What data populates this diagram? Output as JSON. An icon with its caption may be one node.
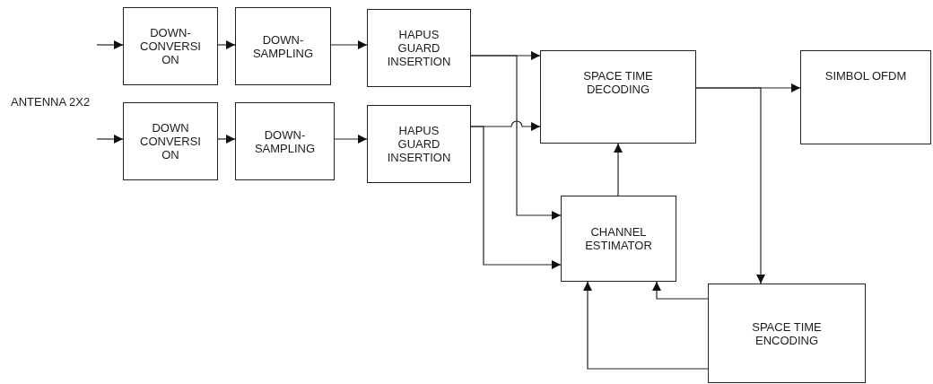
{
  "diagram": {
    "nodes": [
      {
        "text": [
          "DOWN-CONVERSI ON"
        ]
      },
      {
        "text": [
          "DOWN-SAMPLING"
        ]
      },
      {
        "text": [
          "HAPUS GUARD INSERTION"
        ]
      },
      {
        "text": [
          "DOWN CONVERSI ON"
        ]
      },
      {
        "text": [
          "DOWN-SAMPLING"
        ]
      },
      {
        "text": [
          "HAPUS GUARD INSERTION"
        ]
      },
      {
        "text": [
          "SPACE TIME DECODING"
        ]
      },
      {
        "text": [
          "SIMBOL OFDM"
        ]
      },
      {
        "text": [
          "CHANNEL ESTIMATOR"
        ]
      },
      {
        "text": [
          "SPACE TIME ENCODING"
        ]
      }
    ],
    "edges": [
      {
        "from": null,
        "to": 0,
        "arrow": "to"
      },
      {
        "from": 0,
        "to": 1,
        "arrow": "to"
      },
      {
        "from": 1,
        "to": 2,
        "arrow": "to"
      },
      {
        "from": null,
        "to": 3,
        "arrow": "to"
      },
      {
        "from": 3,
        "to": 4,
        "arrow": "to"
      },
      {
        "from": 4,
        "to": 5,
        "arrow": "to"
      },
      {
        "from": 2,
        "to": 6,
        "arrow": "to"
      },
      {
        "from": 2,
        "to": 8,
        "arrow": "to"
      },
      {
        "from": 5,
        "to": 6,
        "arrow": "to"
      },
      {
        "from": 5,
        "to": 8,
        "arrow": "to"
      },
      {
        "from": 8,
        "to": 6,
        "arrow": "to"
      },
      {
        "from": 6,
        "to": 7,
        "arrow": "to"
      },
      {
        "from": 6,
        "to": 9,
        "arrow": "to"
      },
      {
        "from": 9,
        "to": 8,
        "arrow": "to"
      },
      {
        "from": 9,
        "to": 8,
        "arrow": "to"
      }
    ],
    "labels": [
      "ANTENNA 2X2"
    ]
  }
}
